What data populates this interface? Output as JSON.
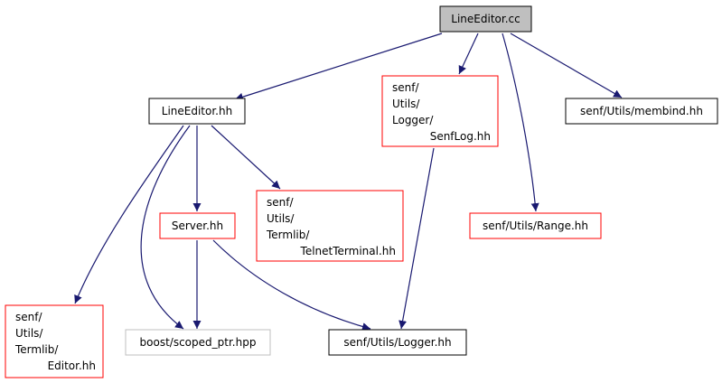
{
  "colors": {
    "edge": "#191970",
    "border_default": "#000000",
    "border_incomplete": "#ff0000",
    "border_external": "#bfbfbf",
    "root_fill": "#bfbfbf",
    "fill": "#ffffff"
  },
  "nodes": [
    {
      "id": "line_editor_cc",
      "kind": "root",
      "lines": [
        "LineEditor.cc"
      ]
    },
    {
      "id": "line_editor_hh",
      "kind": "default",
      "lines": [
        "LineEditor.hh"
      ]
    },
    {
      "id": "senflog_hh",
      "kind": "incomplete",
      "lines": [
        "senf/",
        "Utils/",
        "Logger/",
        "SenfLog.hh"
      ]
    },
    {
      "id": "membind_hh",
      "kind": "default",
      "lines": [
        "senf/Utils/membind.hh"
      ]
    },
    {
      "id": "server_hh",
      "kind": "incomplete",
      "lines": [
        "Server.hh"
      ]
    },
    {
      "id": "telnet_terminal_hh",
      "kind": "incomplete",
      "lines": [
        "senf/",
        "Utils/",
        "Termlib/",
        "TelnetTerminal.hh"
      ]
    },
    {
      "id": "range_hh",
      "kind": "incomplete",
      "lines": [
        "senf/Utils/Range.hh"
      ]
    },
    {
      "id": "editor_hh",
      "kind": "incomplete",
      "lines": [
        "senf/",
        "Utils/",
        "Termlib/",
        "Editor.hh"
      ]
    },
    {
      "id": "scoped_ptr_hpp",
      "kind": "external",
      "lines": [
        "boost/scoped_ptr.hpp"
      ]
    },
    {
      "id": "logger_hh",
      "kind": "default",
      "lines": [
        "senf/Utils/Logger.hh"
      ]
    }
  ],
  "edges": [
    {
      "from": "line_editor_cc",
      "to": "line_editor_hh"
    },
    {
      "from": "line_editor_cc",
      "to": "senflog_hh"
    },
    {
      "from": "line_editor_cc",
      "to": "range_hh"
    },
    {
      "from": "line_editor_cc",
      "to": "membind_hh"
    },
    {
      "from": "line_editor_hh",
      "to": "editor_hh"
    },
    {
      "from": "line_editor_hh",
      "to": "scoped_ptr_hpp"
    },
    {
      "from": "line_editor_hh",
      "to": "server_hh"
    },
    {
      "from": "line_editor_hh",
      "to": "telnet_terminal_hh"
    },
    {
      "from": "server_hh",
      "to": "scoped_ptr_hpp"
    },
    {
      "from": "server_hh",
      "to": "logger_hh"
    },
    {
      "from": "senflog_hh",
      "to": "logger_hh"
    }
  ]
}
